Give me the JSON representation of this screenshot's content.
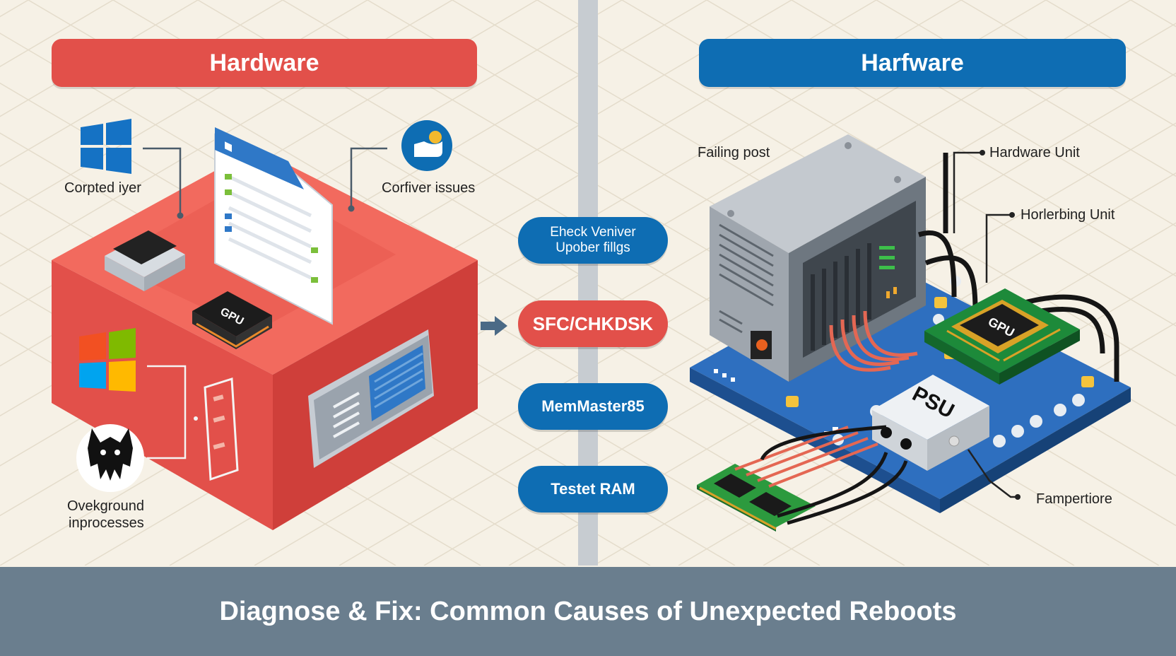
{
  "left_panel": {
    "title": "Hardware",
    "labels": {
      "corrupted": "Corpted iyer",
      "driver": "Corfiver issues",
      "background_line1": "Ovekground",
      "background_line2": "inprocesses"
    },
    "gpu_chip_text": "GPU"
  },
  "right_panel": {
    "title": "Harfware",
    "labels": {
      "failing": "Failing post",
      "hardware_unit": "Hardware Unit",
      "handling_unit": "Horlerbing Unit",
      "temperature": "Fampertiore"
    },
    "gpu_chip_text": "GPU",
    "psu_text": "PSU"
  },
  "steps": [
    {
      "line1": "Eheck Veniver",
      "line2": "Upober fillgs"
    },
    {
      "line1": "SFC/CHKDSK"
    },
    {
      "line1": "MemMaster85"
    },
    {
      "line1": "Testet RAM"
    }
  ],
  "footer": {
    "title": "Diagnose & Fix: Common Causes of Unexpected Reboots"
  },
  "colors": {
    "red": "#e2504a",
    "blue": "#0e6db3",
    "footer": "#6a7e8e",
    "background": "#f6f1e6"
  }
}
